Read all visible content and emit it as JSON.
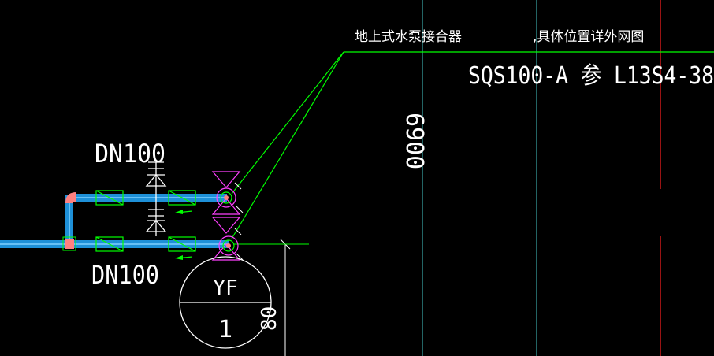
{
  "colors": {
    "background": "#000000",
    "pipe": "#1e90d8",
    "pipe_highlight": "#7fd0ff",
    "fitting_green": "#00ff00",
    "elbow_pink": "#ff8080",
    "valve_magenta": "#ff40ff",
    "leader_green": "#00ff00",
    "text_white": "#ffffff",
    "grid_cyan": "#46c8c8",
    "grid_red": "#ff2020"
  },
  "labels": {
    "pipe_upper_size": "DN100",
    "pipe_lower_size": "DN100",
    "note_connector": "地上式水泵接合器",
    "note_location": ",具体位置详外网图",
    "model_ref": "SQS100-A  参 L13S4-38",
    "dimension_vertical": "6900",
    "dimension_partial": "80",
    "symbol_code": "YF",
    "symbol_number": "1"
  },
  "icons": {
    "valve": "gate-valve-icon",
    "check_valve": "check-valve-icon",
    "flow_arrow": "flow-arrow-icon",
    "connector": "pump-connector-icon",
    "elbow": "pipe-elbow-icon",
    "equipment_tag": "equipment-tag-icon"
  }
}
